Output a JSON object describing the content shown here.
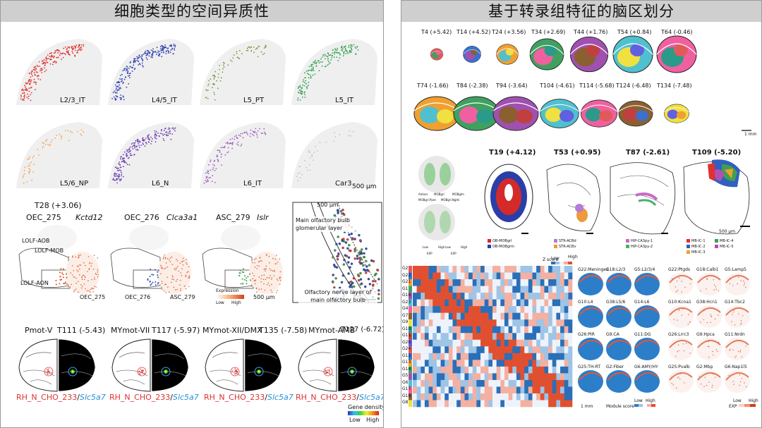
{
  "left": {
    "title": "细胞类型的空间异质性",
    "cortex_labels": [
      "L2/3_IT",
      "L4/5_IT",
      "L5_PT",
      "L5_IT",
      "L5/6_NP",
      "L6_N",
      "L6_IT",
      "Car3"
    ],
    "scale_top": "500 μm",
    "t28": "T28 (+3.06)",
    "cell_types": [
      {
        "name": "OEC_275",
        "gene": "Kctd12"
      },
      {
        "name": "OEC_276",
        "gene": "Clca3a1"
      },
      {
        "name": "ASC_279",
        "gene": "Islr"
      }
    ],
    "regions": {
      "aob": "LOLF-AOB",
      "mob": "LOLF-MOB",
      "aon": "LOLF-AON"
    },
    "bottom_names": [
      "OEC_275",
      "OEC_276",
      "ASC_279"
    ],
    "expression": {
      "title": "Expression",
      "low": "Low",
      "high": "High"
    },
    "scale_mid": "500 μm",
    "zoom": {
      "scale": "500 μm",
      "layer1": "Main olfactory bulb glomerular layer",
      "layer2": "Olfactory nerve layer of main olfactory bulb"
    },
    "brainstem": [
      {
        "region": "Pmot-V",
        "section": "T111 (-5.43)"
      },
      {
        "region": "MYmot-VII",
        "section": "T117 (-5.97)"
      },
      {
        "region": "MYmot-XII/DMX",
        "section": "T135 (-7.58)"
      },
      {
        "region": "MYmot-AMB",
        "section": "T127 (-6.72)"
      }
    ],
    "rh_label": "RH_N_CHO_233",
    "slash": "/",
    "rh_gene": "Slc5a7",
    "gene_density": {
      "title": "Gene density",
      "low": "Low",
      "high": "High"
    }
  },
  "right": {
    "title": "基于转录组特征的脑区划分",
    "row1": [
      "T4 (+5.42)",
      "T14 (+4.52)",
      "T24 (+3.56)",
      "T34 (+2.69)",
      "T44 (+1.76)",
      "T54 (+0.84)",
      "T64 (-0.46)"
    ],
    "row2": [
      "T74 (-1.66)",
      "T84 (-2.38)",
      "T94 (-3.64)",
      "T104 (-4.61)",
      "T114 (-5.68)",
      "T124 (-6.48)",
      "T134 (-7.48)"
    ],
    "scale_1mm": "1 mm",
    "row3": [
      "T19 (+4.12)",
      "T53 (+0.95)",
      "T87 (-2.61)",
      "T109 (-5.20)"
    ],
    "ob_small": [
      "Anteor",
      "MOBgrl",
      "MOBglm",
      "MOBgrl.Ppre",
      "MOBgrl.Nglm"
    ],
    "exp_small": {
      "low": "Low",
      "high": "High",
      "label": "EXP"
    },
    "legend": [
      {
        "text": "OB-MOBgrl",
        "color": "#d42a2a"
      },
      {
        "text": "OB-MOBgrm",
        "color": "#2a3ea8"
      },
      {
        "text": "STR-ACBd",
        "color": "#b57bd6"
      },
      {
        "text": "STR-ACBv",
        "color": "#ef9a3c"
      },
      {
        "text": "HIP-CA3py-1",
        "color": "#c86ac8"
      },
      {
        "text": "HIP-CA3py-2",
        "color": "#4cb06c"
      },
      {
        "text": "MB-IC-1",
        "color": "#e03030"
      },
      {
        "text": "MB-IC-2",
        "color": "#3060c0"
      },
      {
        "text": "MB-IC-3",
        "color": "#f0a030"
      },
      {
        "text": "MB-IC-4",
        "color": "#40a050"
      },
      {
        "text": "MB-IC-5",
        "color": "#b050b0"
      }
    ],
    "scale_500": "500 μm",
    "heatmap": {
      "zscore": "Z score",
      "low": "Low",
      "high": "High",
      "rows": [
        "G2",
        "G22",
        "G21",
        "G1",
        "G16",
        "G23",
        "G4",
        "G7",
        "G9",
        "G10",
        "G11",
        "G26",
        "G24",
        "G12",
        "G13",
        "G14",
        "G5",
        "G6",
        "G17",
        "G18",
        "G8"
      ]
    },
    "modules": [
      [
        "G22:Meninges",
        "G18:L2/3",
        "G5:L2/3/4",
        "G22:Ptgds",
        "G18:Calb1",
        "G5:Lamp5"
      ],
      [
        "G10:L4",
        "G38:L5/6",
        "G14:L6",
        "G10:Kcna1",
        "G38:Hcn1",
        "G14:Tbc2"
      ],
      [
        "G26:PIR",
        "G9:CA",
        "G11:DG",
        "G26:Lrrc3",
        "G9:Hpca",
        "G11:Nrdn"
      ],
      [
        "G25:TH-RT",
        "G2:Fiber",
        "G6:AMY/HY",
        "G25:Pvalb",
        "G2:Mbp",
        "G6:Nap1l5"
      ]
    ],
    "module_score": {
      "title": "Module score",
      "low": "Low",
      "high": "High"
    },
    "exp": {
      "title": "EXP",
      "low": "Low",
      "high": "High"
    },
    "scale_small": "1 mm"
  }
}
